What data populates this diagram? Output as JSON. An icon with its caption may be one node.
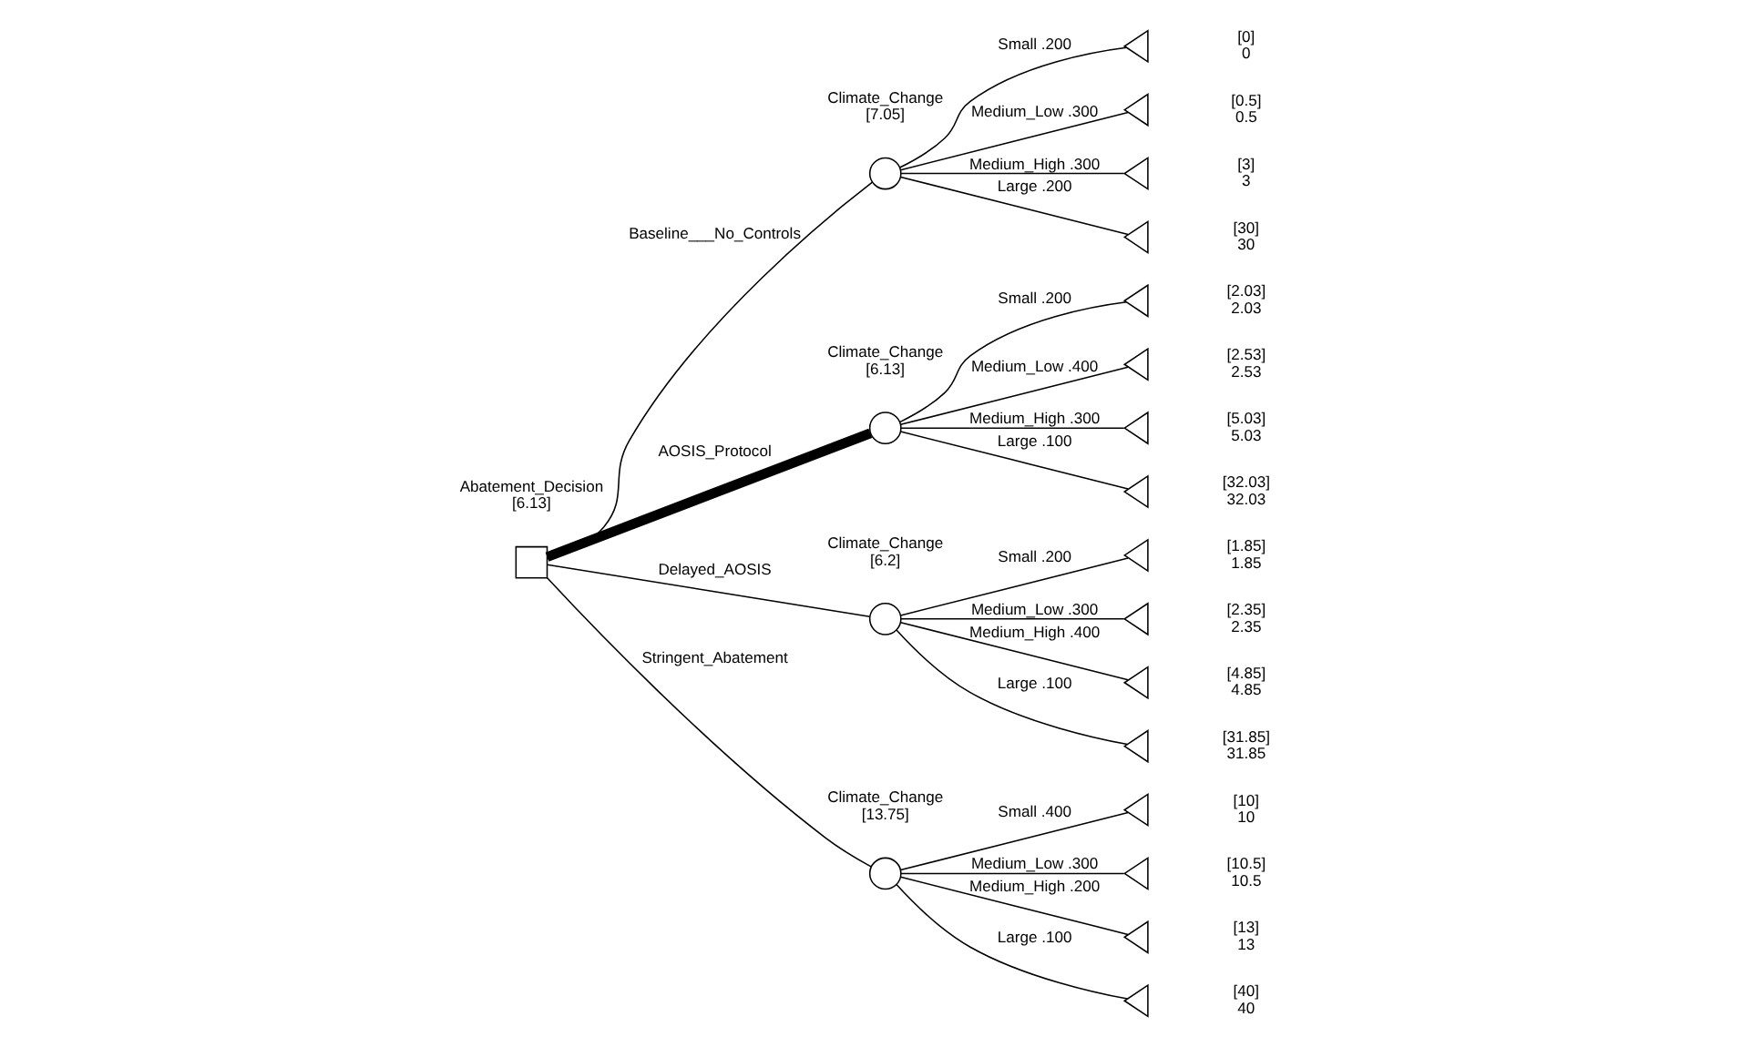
{
  "diagram": {
    "nodes": [
      {
        "text": [],
        "shape": "box",
        "beside": [
          "Abatement_Decision",
          "[6.13]"
        ]
      },
      {
        "text": [],
        "shape": "circle",
        "beside": [
          "Climate_Change",
          "[7.05]"
        ]
      },
      {
        "text": [],
        "shape": "triangle",
        "beside": [
          "[0]",
          "0"
        ]
      },
      {
        "text": [],
        "shape": "triangle",
        "beside": [
          "[0.5]",
          "0.5"
        ]
      },
      {
        "text": [],
        "shape": "triangle",
        "beside": [
          "[3]",
          "3"
        ]
      },
      {
        "text": [],
        "shape": "triangle",
        "beside": [
          "[30]",
          "30"
        ]
      },
      {
        "text": [],
        "shape": "circle",
        "beside": [
          "Climate_Change",
          "[6.13]"
        ]
      },
      {
        "text": [],
        "shape": "triangle",
        "beside": [
          "[2.03]",
          "2.03"
        ]
      },
      {
        "text": [],
        "shape": "triangle",
        "beside": [
          "[2.53]",
          "2.53"
        ]
      },
      {
        "text": [],
        "shape": "triangle",
        "beside": [
          "[5.03]",
          "5.03"
        ]
      },
      {
        "text": [],
        "shape": "triangle",
        "beside": [
          "[32.03]",
          "32.03"
        ]
      },
      {
        "text": [],
        "shape": "circle",
        "beside": [
          "Climate_Change",
          "[6.2]"
        ]
      },
      {
        "text": [],
        "shape": "triangle",
        "beside": [
          "[1.85]",
          "1.85"
        ]
      },
      {
        "text": [],
        "shape": "triangle",
        "beside": [
          "[2.35]",
          "2.35"
        ]
      },
      {
        "text": [],
        "shape": "triangle",
        "beside": [
          "[4.85]",
          "4.85"
        ]
      },
      {
        "text": [],
        "shape": "triangle",
        "beside": [
          "[31.85]",
          "31.85"
        ]
      },
      {
        "text": [],
        "shape": "circle",
        "beside": [
          "Climate_Change",
          "[13.75]"
        ]
      },
      {
        "text": [],
        "shape": "triangle",
        "beside": [
          "[10]",
          "10"
        ]
      },
      {
        "text": [],
        "shape": "triangle",
        "beside": [
          "[10.5]",
          "10.5"
        ]
      },
      {
        "text": [],
        "shape": "triangle",
        "beside": [
          "[13]",
          "13"
        ]
      },
      {
        "text": [],
        "shape": "triangle",
        "beside": [
          "[40]",
          "40"
        ]
      }
    ],
    "edges": [
      {
        "from": 0,
        "to": 1,
        "arrow": "none",
        "label": "Baseline___No_Controls"
      },
      {
        "from": 1,
        "to": 2,
        "arrow": "none",
        "label": "Small .200"
      },
      {
        "from": 1,
        "to": 3,
        "arrow": "none",
        "label": "Medium_Low .300"
      },
      {
        "from": 1,
        "to": 4,
        "arrow": "none",
        "label": "Medium_High .300"
      },
      {
        "from": 1,
        "to": 5,
        "arrow": "none",
        "label": "Large .200"
      },
      {
        "from": 0,
        "to": 6,
        "arrow": "none",
        "label": "AOSIS_Protocol",
        "style": "thick"
      },
      {
        "from": 6,
        "to": 7,
        "arrow": "none",
        "label": "Small .200"
      },
      {
        "from": 6,
        "to": 8,
        "arrow": "none",
        "label": "Medium_Low .400"
      },
      {
        "from": 6,
        "to": 9,
        "arrow": "none",
        "label": "Medium_High .300"
      },
      {
        "from": 6,
        "to": 10,
        "arrow": "none",
        "label": "Large .100"
      },
      {
        "from": 0,
        "to": 11,
        "arrow": "none",
        "label": "Delayed_AOSIS"
      },
      {
        "from": 11,
        "to": 12,
        "arrow": "none",
        "label": "Small .200"
      },
      {
        "from": 11,
        "to": 13,
        "arrow": "none",
        "label": "Medium_Low .300"
      },
      {
        "from": 11,
        "to": 14,
        "arrow": "none",
        "label": "Medium_High .400"
      },
      {
        "from": 11,
        "to": 15,
        "arrow": "none",
        "label": "Large .100"
      },
      {
        "from": 0,
        "to": 16,
        "arrow": "none",
        "label": "Stringent_Abatement"
      },
      {
        "from": 16,
        "to": 17,
        "arrow": "none",
        "label": "Small .400"
      },
      {
        "from": 16,
        "to": 18,
        "arrow": "none",
        "label": "Medium_Low .300"
      },
      {
        "from": 16,
        "to": 19,
        "arrow": "none",
        "label": "Medium_High .200"
      },
      {
        "from": 16,
        "to": 20,
        "arrow": "none",
        "label": "Large .100"
      }
    ]
  }
}
